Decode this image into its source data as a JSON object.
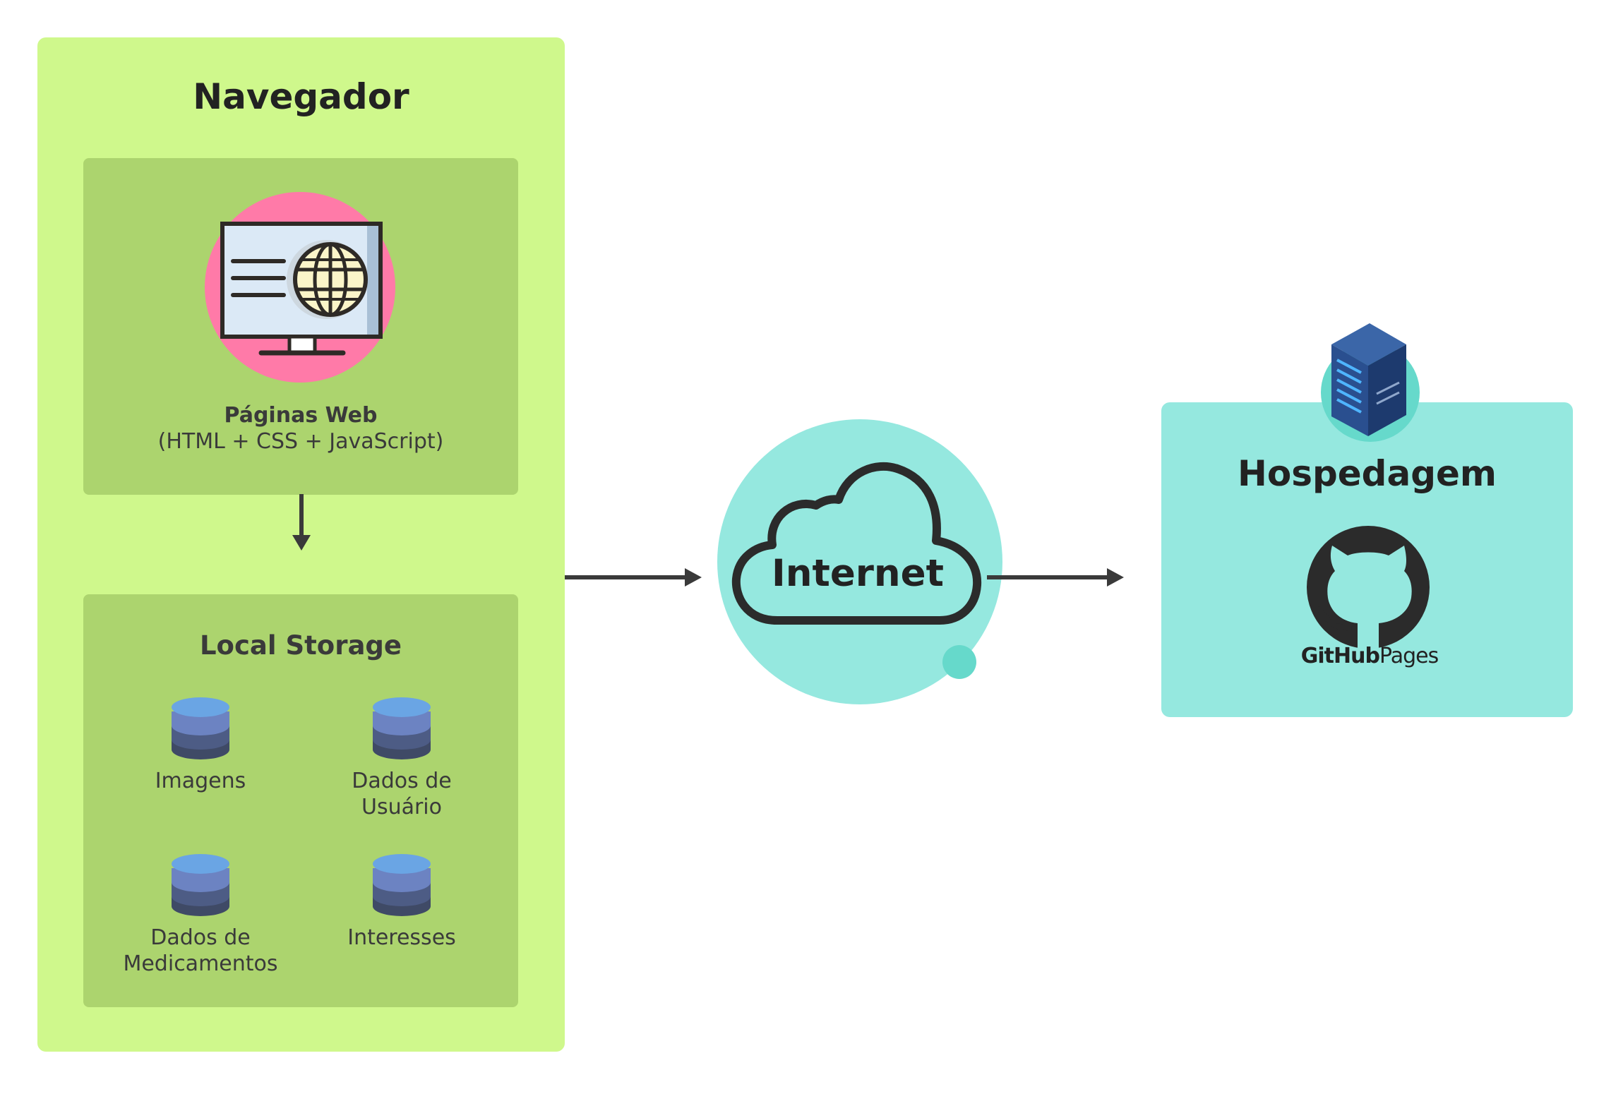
{
  "navegador": {
    "title": "Navegador",
    "web_pages": {
      "title": "Páginas Web",
      "subtitle": "(HTML + CSS + JavaScript)"
    },
    "local_storage": {
      "title": "Local Storage",
      "items": [
        {
          "line1": "Imagens",
          "line2": ""
        },
        {
          "line1": "Dados de",
          "line2": "Usuário"
        },
        {
          "line1": "Dados de",
          "line2": "Medicamentos"
        },
        {
          "line1": "Interesses",
          "line2": ""
        }
      ]
    }
  },
  "internet": {
    "label": "Internet"
  },
  "hospedagem": {
    "title": "Hospedagem",
    "logo": {
      "brand": "GitHub",
      "product": "Pages"
    }
  },
  "colors": {
    "navegador_bg": "#cff88c",
    "inner_box_bg": "#acd46e",
    "internet_bg": "#95e8df",
    "hospedagem_bg": "#95e8df",
    "web_icon_circle": "#ff7aa8",
    "database": "#5d6fa8"
  },
  "icons": [
    "monitor-globe-icon",
    "database-icon",
    "cloud-icon",
    "server-icon",
    "github-octocat-icon"
  ]
}
